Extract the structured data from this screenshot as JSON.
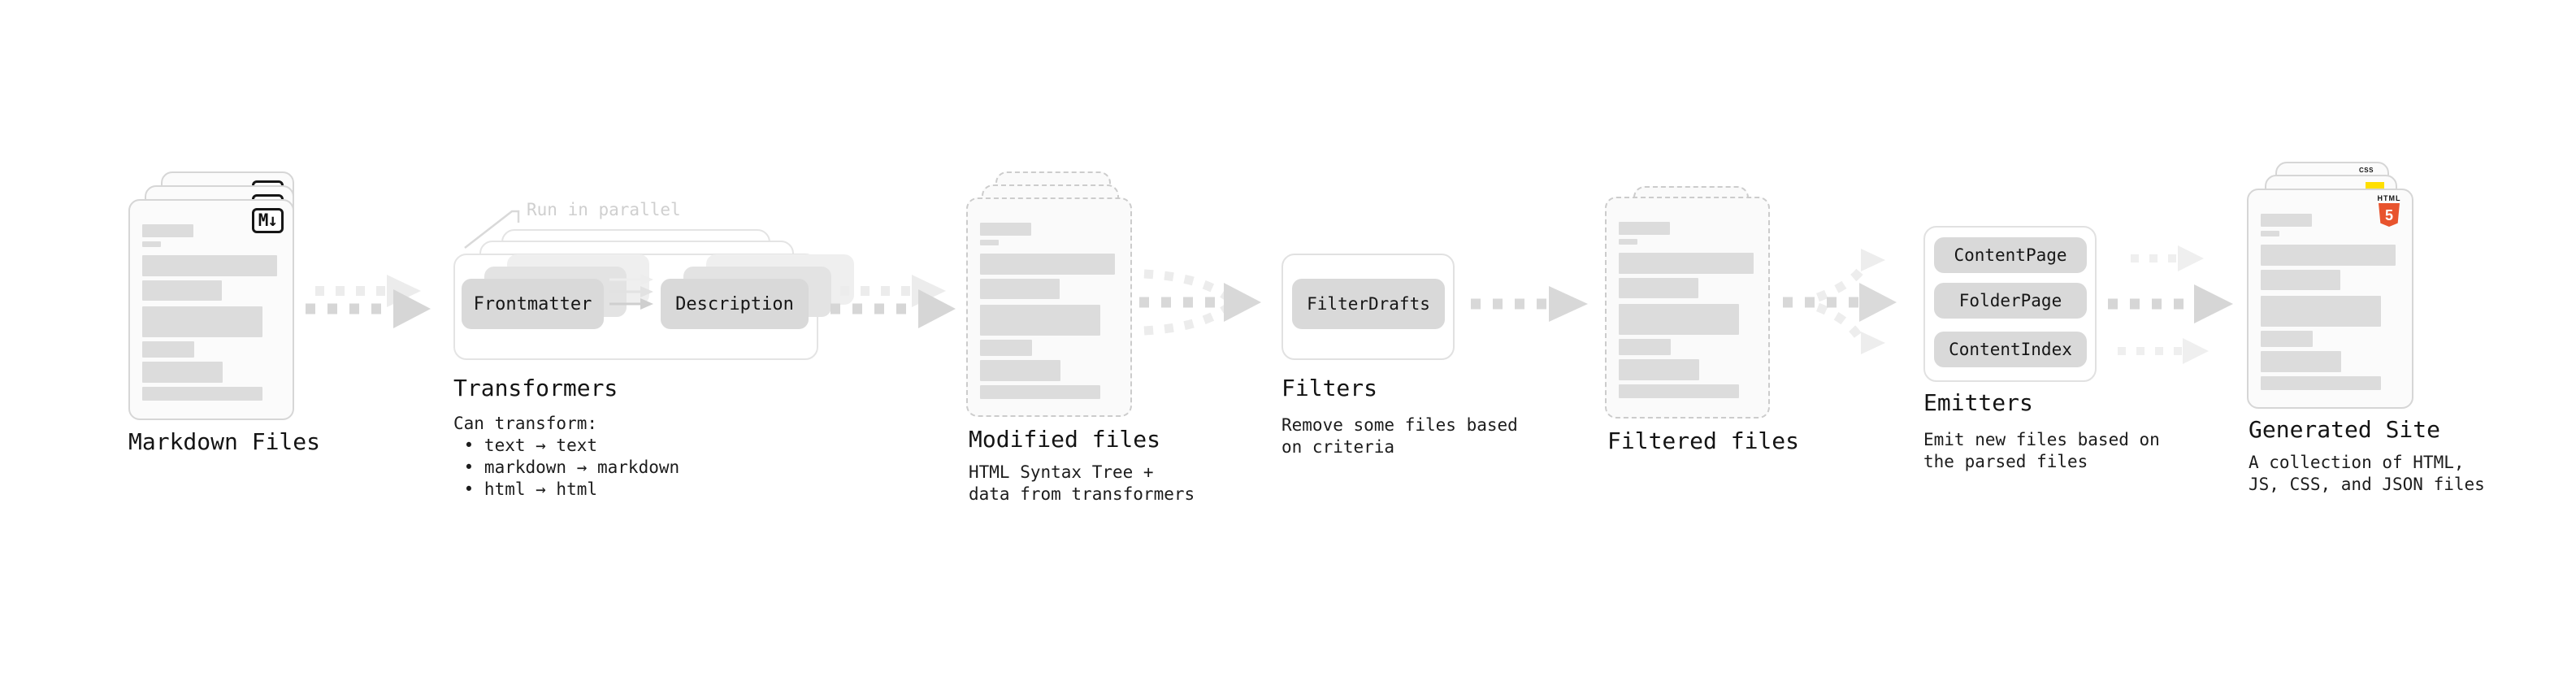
{
  "colors": {
    "arrow_dark": "#d6d6d6",
    "arrow_light": "#ececec",
    "pill_bg": "#d9d9d9",
    "bar_fill": "#dcdcdc",
    "html5_orange": "#e8542e",
    "js_yellow": "#ffdf00",
    "css_blue": "#2761e9",
    "annotation_gray": "#cfcfcf"
  },
  "markdown_files": {
    "label": "Markdown Files",
    "icon_label": "M↓"
  },
  "transformers": {
    "heading": "Transformers",
    "annotation": "Run in parallel",
    "stage_left": "Frontmatter",
    "stage_right": "Description",
    "description": "Can transform:\n • text → text\n • markdown → markdown\n • html → html"
  },
  "modified_files": {
    "heading": "Modified files",
    "description": "HTML Syntax Tree +\ndata from transformers"
  },
  "filters": {
    "heading": "Filters",
    "pill": "FilterDrafts",
    "description": "Remove some files based\non criteria"
  },
  "filtered_files": {
    "heading": "Filtered files"
  },
  "emitters": {
    "heading": "Emitters",
    "pills": [
      "ContentPage",
      "FolderPage",
      "ContentIndex"
    ],
    "description": "Emit new files based on\nthe parsed files"
  },
  "generated_site": {
    "heading": "Generated Site",
    "description": "A collection of HTML,\nJS, CSS, and JSON files",
    "css_label": "CSS",
    "html_label": "HTML",
    "html_number": "5"
  }
}
